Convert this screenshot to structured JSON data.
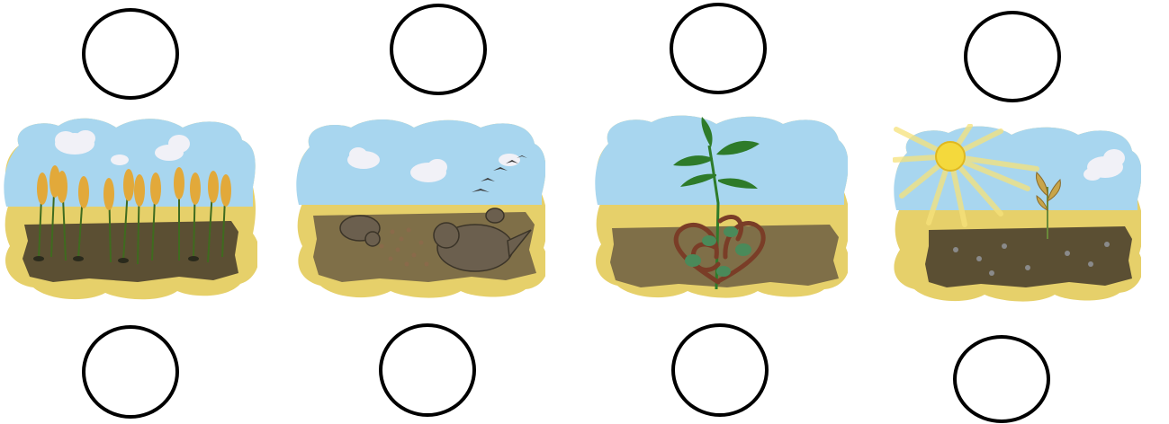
{
  "page": {
    "title": ""
  },
  "colors": {
    "sky": "#a8d6ef",
    "cloud": "#f1f1f7",
    "field": "#e6d06a",
    "soil_dark": "#5b4f33",
    "soil_brown": "#7f6f48",
    "wheat": "#e2a93a",
    "leaf_green": "#2e7b2a",
    "root_brown": "#7a3d27",
    "sun": "#f4d93c",
    "bird": "#6b5f4e"
  },
  "scenes": [
    {
      "id": "wheat-field",
      "icon": "ripe-wheat-field-illustration"
    },
    {
      "id": "birds-eating-seeds",
      "icon": "birds-eating-seeds-illustration"
    },
    {
      "id": "weeds-tangle",
      "icon": "weeds-strangling-plant-illustration"
    },
    {
      "id": "sun-scorched",
      "icon": "sun-scorched-plant-illustration"
    }
  ],
  "answer_circles": {
    "top": [
      "",
      "",
      "",
      ""
    ],
    "bottom": [
      "",
      "",
      "",
      ""
    ]
  }
}
